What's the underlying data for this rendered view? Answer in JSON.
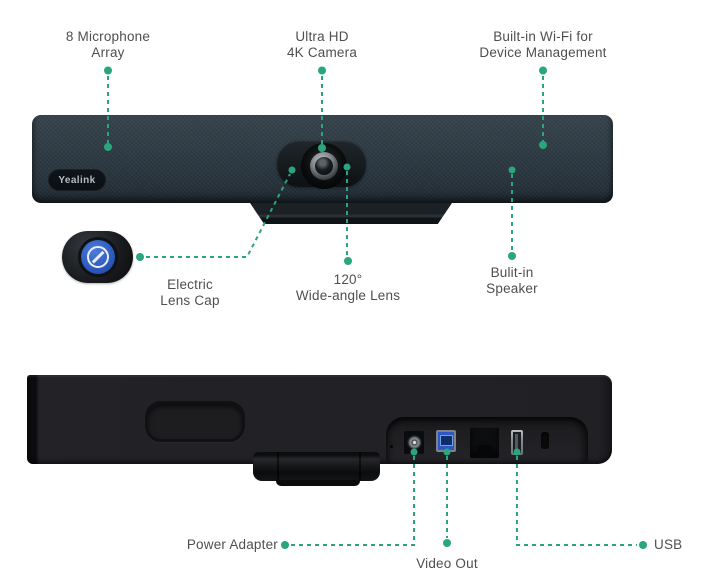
{
  "colors": {
    "accent": "#2aa57d",
    "label_text": "#4f4f4f",
    "lens_cap_blue": "#2f5cc0"
  },
  "front_view": {
    "logo_text": "Yealink",
    "callouts_top": [
      {
        "id": "mic-array",
        "lines": [
          "8 Microphone",
          "Array"
        ]
      },
      {
        "id": "camera-4k",
        "lines": [
          "Ultra HD",
          "4K Camera"
        ]
      },
      {
        "id": "wifi",
        "lines": [
          "Built-in Wi-Fi for",
          "Device Management"
        ]
      }
    ],
    "callouts_bottom": [
      {
        "id": "lens-cap",
        "lines": [
          "Electric",
          "Lens Cap"
        ]
      },
      {
        "id": "wide-angle",
        "lines": [
          "120°",
          "Wide-angle Lens"
        ]
      },
      {
        "id": "speaker",
        "lines": [
          "Bulit-in",
          "Speaker"
        ]
      }
    ]
  },
  "rear_view": {
    "callouts": [
      {
        "id": "power-adapter",
        "label": "Power Adapter"
      },
      {
        "id": "video-out",
        "label": "Video Out"
      },
      {
        "id": "usb",
        "label": "USB"
      }
    ]
  }
}
